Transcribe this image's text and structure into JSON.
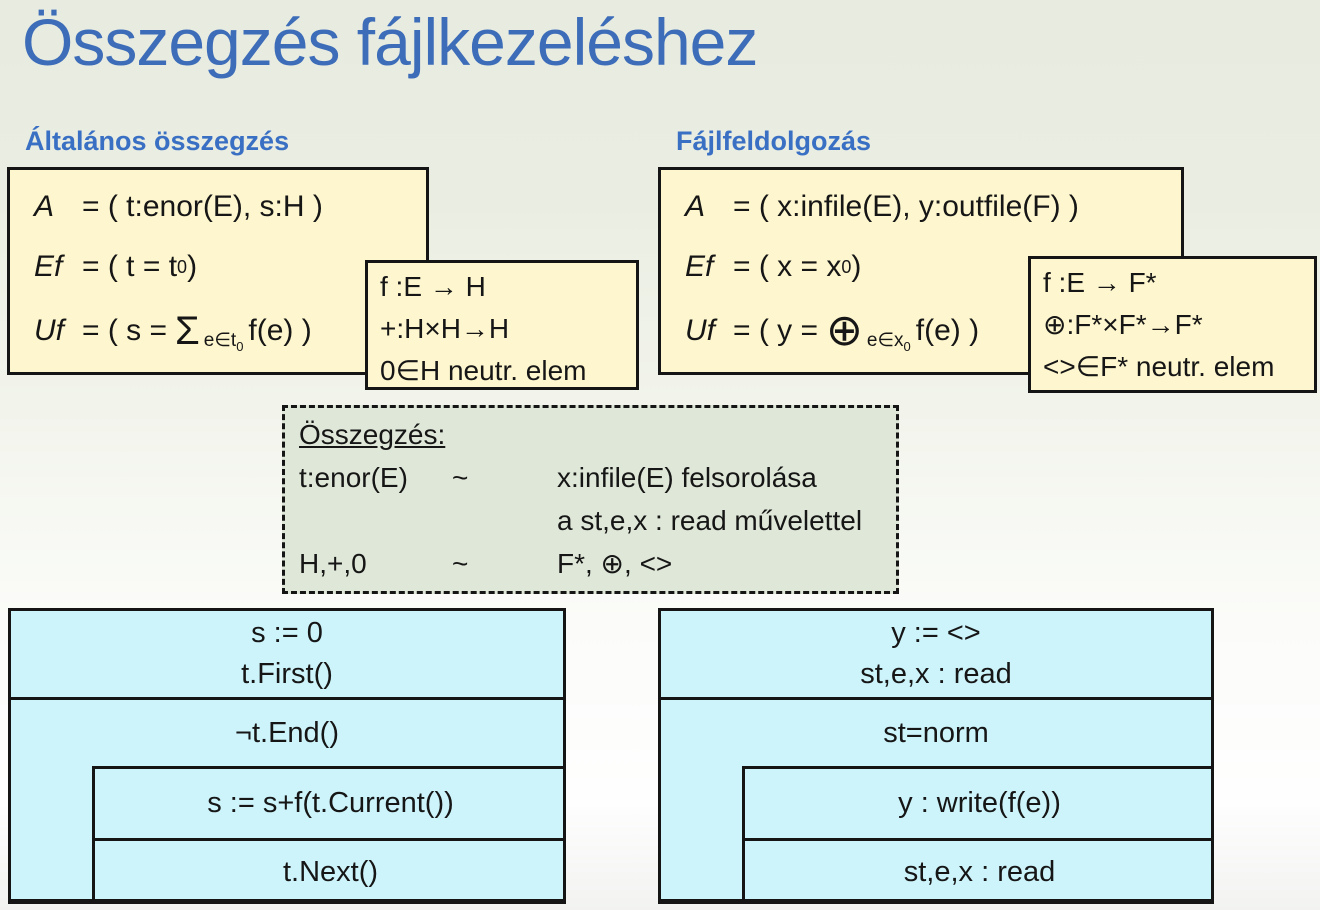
{
  "title": "Összegzés fájlkezeléshez",
  "colors": {
    "title_blue": "#3d6cb8",
    "heading_blue": "#3a70c4",
    "formula_box_yellow": "#fdf6ce",
    "note_green": "#dfe8d8",
    "structogram_cyan": "#cdf4fb",
    "border_black": "#151515"
  },
  "sections": {
    "general": {
      "heading": "Általános összegzés",
      "spec": {
        "a_label": "A",
        "a_value": "= ( t:enor(E), s:H )",
        "ef_label": "Ef",
        "ef_pre": "= ( t = t",
        "ef_sub": "0",
        "ef_post": " )",
        "uf_label": "Uf",
        "uf_pre": "= ( s =",
        "uf_op": "Σ",
        "uf_index_main": "e∈t",
        "uf_index_sub": "0",
        "uf_post": "f(e) )"
      },
      "ops_note": {
        "line1": "f :E → H",
        "line2": "+:H×H→H",
        "line3": "0∈H neutr. elem"
      }
    },
    "file": {
      "heading": "Fájlfeldolgozás",
      "spec": {
        "a_label": "A",
        "a_value": "= ( x:infile(E), y:outfile(F) )",
        "ef_label": "Ef",
        "ef_pre": "= ( x = x",
        "ef_sub": "0",
        "ef_post": " )",
        "uf_label": "Uf",
        "uf_pre": "= ( y =",
        "uf_op": "⊕",
        "uf_index_main": "e∈x",
        "uf_index_sub": "0",
        "uf_post": "f(e) )"
      },
      "ops_note": {
        "line1": "f :E → F*",
        "line2": "⊕:F*×F*→F*",
        "line3": "<>∈F* neutr. elem"
      }
    }
  },
  "correspondence_note": {
    "title": "Összegzés:",
    "rows": [
      {
        "left": "t:enor(E)",
        "rel": "~",
        "right": "x:infile(E) felsorolása"
      },
      {
        "left": "",
        "rel": "",
        "right": "a st,e,x : read művelettel"
      },
      {
        "left": "H,+,0",
        "rel": "~",
        "right": "F*, ⊕, <>"
      }
    ]
  },
  "structograms": {
    "general": {
      "init_line1": "s := 0",
      "init_line2": "t.First()",
      "loop_condition": "¬t.End()",
      "body_line1": "s := s+f(t.Current())",
      "body_line2": "t.Next()"
    },
    "file": {
      "init_line1": "y := <>",
      "init_line2": "st,e,x : read",
      "loop_condition": "st=norm",
      "body_line1": "y : write(f(e))",
      "body_line2": "st,e,x : read"
    }
  }
}
